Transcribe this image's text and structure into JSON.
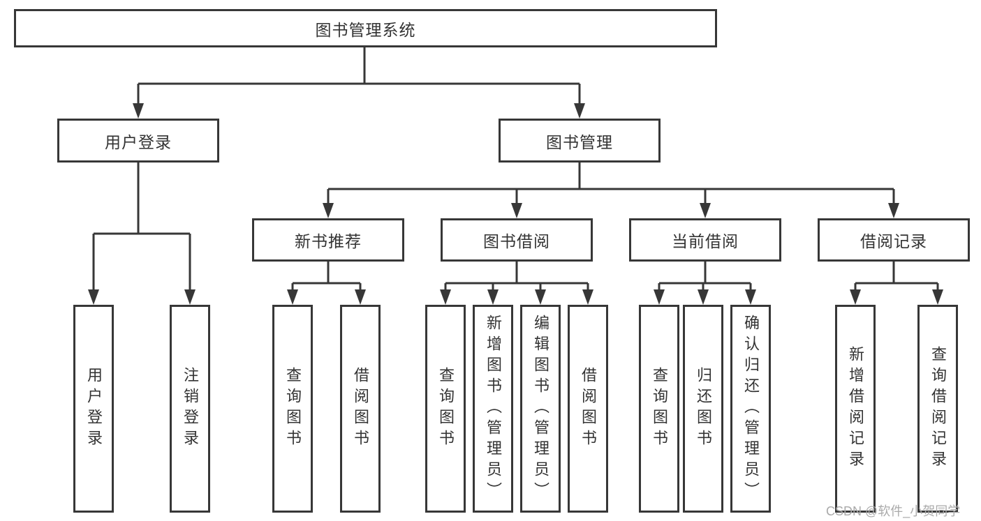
{
  "colors": {
    "line": "#373737",
    "box_border": "#373737",
    "text": "#333333",
    "watermark": "#aaaaaa",
    "background": "#ffffff"
  },
  "diagram": {
    "root": {
      "label": "图书管理系统"
    },
    "level2": [
      {
        "label": "用户登录"
      },
      {
        "label": "图书管理"
      }
    ],
    "level3": [
      {
        "label": "新书推荐"
      },
      {
        "label": "图书借阅"
      },
      {
        "label": "当前借阅"
      },
      {
        "label": "借阅记录"
      }
    ],
    "leaves": [
      {
        "label": "用户登录"
      },
      {
        "label": "注销登录"
      },
      {
        "label": "查询图书"
      },
      {
        "label": "借阅图书"
      },
      {
        "label": "查询图书"
      },
      {
        "label": "新增图书（管理员）"
      },
      {
        "label": "编辑图书（管理员）"
      },
      {
        "label": "借阅图书"
      },
      {
        "label": "查询图书"
      },
      {
        "label": "归还图书"
      },
      {
        "label": "确认归还（管理员）"
      },
      {
        "label": "新增借阅记录"
      },
      {
        "label": "查询借阅记录"
      }
    ]
  },
  "watermark": {
    "text": "CSDN @软件_小贺同学"
  }
}
